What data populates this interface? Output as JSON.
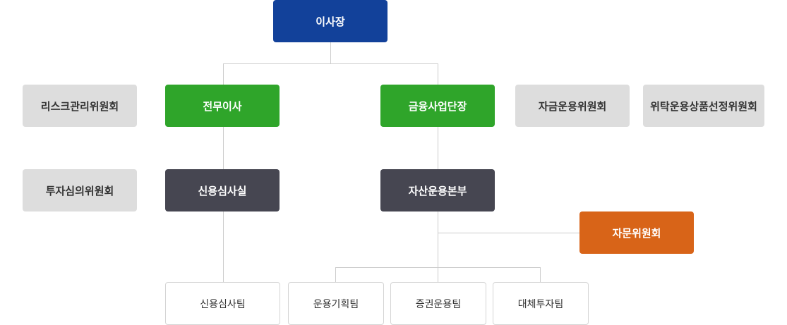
{
  "org": {
    "chairman": "이사장",
    "executive_director": "전무이사",
    "finance_head": "금융사업단장",
    "credit_review_office": "신용심사실",
    "asset_mgmt_division": "자산운용본부",
    "advisory_committee": "자문위원회",
    "committees": {
      "risk": "리스크관리위원회",
      "investment_review": "투자심의위원회",
      "fund_operation": "자금운용위원회",
      "trust_product": "위탁운용상품선정위원회"
    },
    "teams": {
      "credit_review": "신용심사팀",
      "operation_planning": "운용기획팀",
      "securities": "증권운용팀",
      "alternative": "대체투자팀"
    }
  },
  "colors": {
    "chairman": "#12419a",
    "directors": "#2fa52a",
    "divisions": "#464651",
    "advisory": "#d86418",
    "committee": "#dddddd",
    "connector": "#cccccc"
  }
}
